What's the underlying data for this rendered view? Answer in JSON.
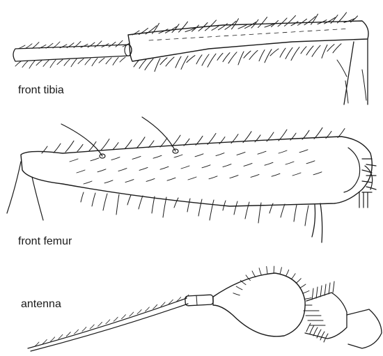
{
  "labels": {
    "tibia": "front tibia",
    "femur": "front femur",
    "antenna": "antenna"
  },
  "colors": {
    "ink": "#1a1a1a",
    "background": "#ffffff"
  }
}
